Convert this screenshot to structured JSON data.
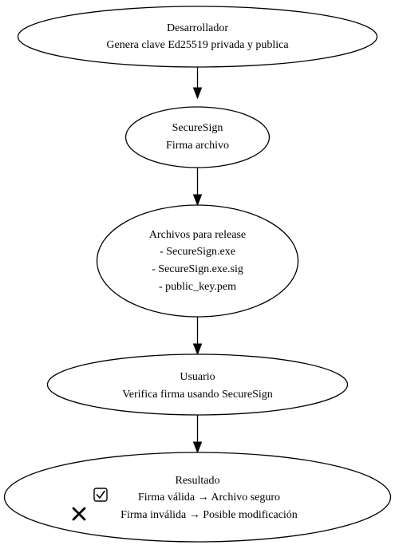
{
  "diagram": {
    "nodes": [
      {
        "id": "desarrollador",
        "title": "Desarrollador",
        "lines": [
          "Genera clave Ed25519 privada y publica"
        ]
      },
      {
        "id": "securesign",
        "title": "SecureSign",
        "lines": [
          "Firma archivo"
        ]
      },
      {
        "id": "archivos",
        "title": "Archivos para release",
        "lines": [
          "- SecureSign.exe",
          "- SecureSign.exe.sig",
          "- public_key.pem"
        ]
      },
      {
        "id": "usuario",
        "title": "Usuario",
        "lines": [
          "Verifica firma usando SecureSign"
        ]
      },
      {
        "id": "resultado",
        "title": "Resultado",
        "valid": "Firma válida → Archivo seguro",
        "invalid": "Firma inválida → Posible modificación",
        "valid_icon": "checkbox-check-icon",
        "invalid_icon": "cross-mark-icon"
      }
    ],
    "edges": [
      {
        "from": "desarrollador",
        "to": "securesign"
      },
      {
        "from": "securesign",
        "to": "archivos"
      },
      {
        "from": "archivos",
        "to": "usuario"
      },
      {
        "from": "usuario",
        "to": "resultado"
      }
    ]
  }
}
